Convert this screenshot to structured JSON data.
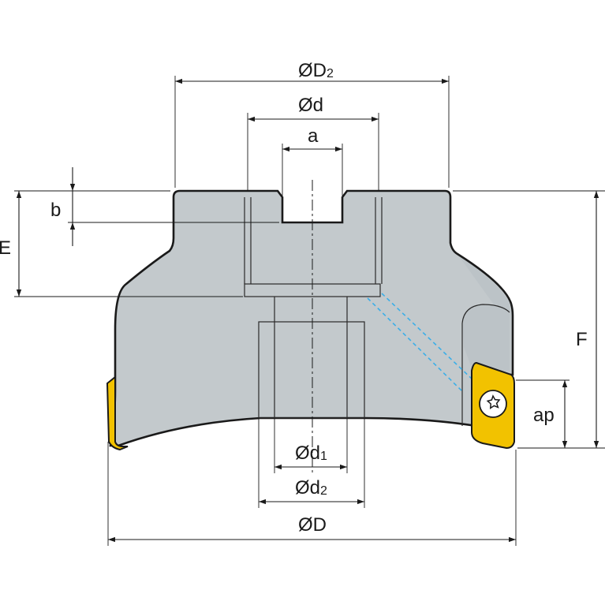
{
  "labels": {
    "D2": "ØD",
    "D2_sub": "2",
    "d": "Ød",
    "a": "a",
    "b": "b",
    "E": "E",
    "F": "F",
    "ap": "ap",
    "d1": "Ød",
    "d1_sub": "1",
    "d2": "Ød",
    "d2_sub": "2",
    "D": "ØD"
  },
  "colors": {
    "body": "#c3c9cc",
    "body_shade": "#b2b9bd",
    "insert": "#f2c200",
    "insert_edge": "#b98f00",
    "coolant": "#3aaee8",
    "line": "#1a1a1a"
  },
  "icons": {
    "screw": "torx-screw-icon"
  }
}
